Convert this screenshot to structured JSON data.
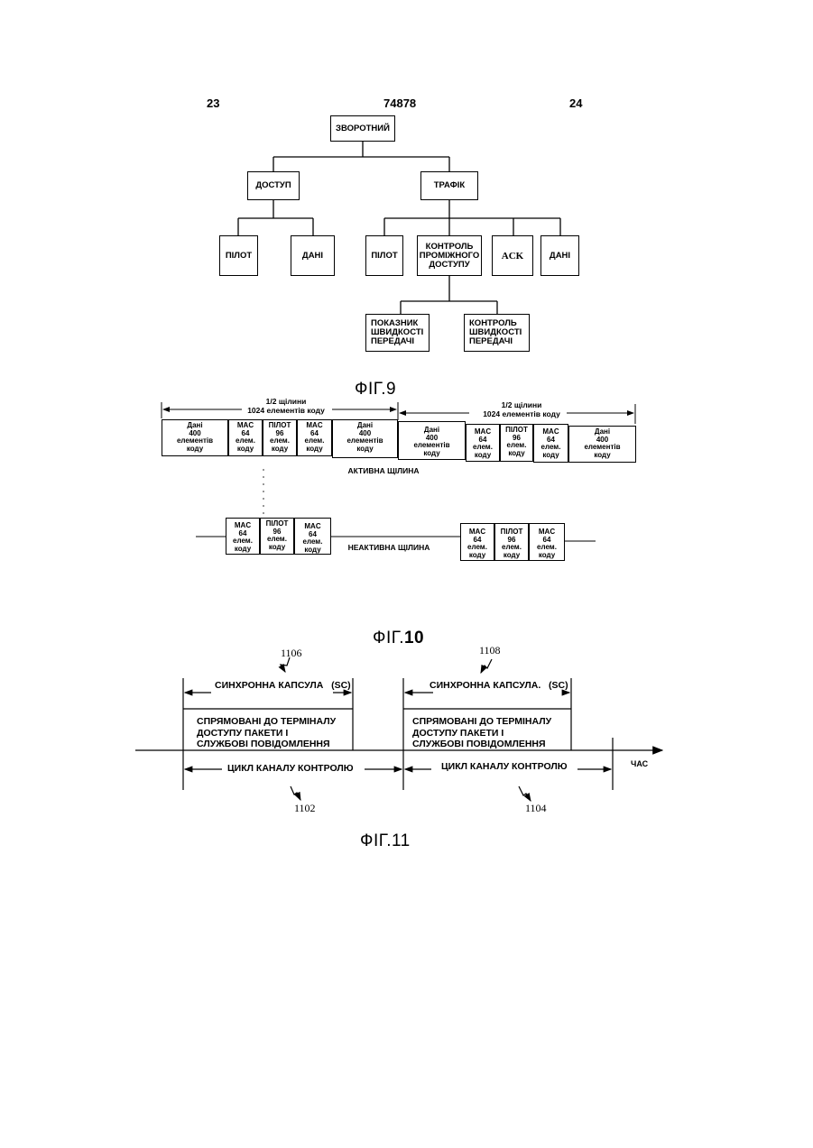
{
  "header": {
    "left_page": "23",
    "patent_number": "74878",
    "right_page": "24"
  },
  "fig9": {
    "caption": "ФІГ.9",
    "root": "ЗВОРОТНИЙ",
    "access": "ДОСТУП",
    "traffic": "ТРАФІК",
    "access_children": [
      "ПІЛОТ",
      "ДАНІ"
    ],
    "traffic_children": [
      "ПІЛОТ",
      "КОНТРОЛЬ ПРОМІЖНОГО ДОСТУПУ",
      "ACK",
      "ДАНІ"
    ],
    "mac_children": [
      "ПОКАЗНИК ШВИДКОСТІ ПЕРЕДАЧІ",
      "КОНТРОЛЬ ШВИДКОСТІ ПЕРЕДАЧІ"
    ]
  },
  "fig10": {
    "caption_prefix": "ФІГ.",
    "caption_number": "10",
    "half_slot_left": "1/2 щілини\n1024 елементів коду",
    "half_slot_right": "1/2 щілини\n1024 елементів коду",
    "active_label": "АКТИВНА ЩІЛИНА",
    "inactive_label": "НЕАКТИВНА ЩІЛИНА",
    "active_cells": [
      "Дані\n400\nелементів\nкоду",
      "MAC\n64\nелем.\nкоду",
      "ПІЛОТ\n96\nелем.\nкоду",
      "MAC\n64\nелем.\nкоду",
      "Дані\n400\nелементів\nкоду",
      "Дані\n400\nелементів\nкоду",
      "MAC\n64\nелем.\nкоду",
      "ПІЛОТ\n96\nелем.\nкоду",
      "MAC\n64\nелем.\nкоду",
      "Дані\n400\nелементів\nкоду"
    ],
    "inactive_cells_left": [
      "MAC\n64\nелем.\nкоду",
      "ПІЛОТ\n96\nелем.\nкоду",
      "MAC\n64\nелем.\nкоду"
    ],
    "inactive_cells_right": [
      "MAC\n64\nелем.\nкоду",
      "ПІЛОТ\n96\nелем.\nкоду",
      "MAC\n64\nелем.\nкоду"
    ]
  },
  "fig11": {
    "caption": "ФІГ.11",
    "ref_left_top": "1106",
    "ref_right_top": "1108",
    "ref_left_bottom": "1102",
    "ref_right_bottom": "1104",
    "sc_left": "СИНХРОННА КАПСУЛА   (SC)",
    "sc_right": "СИНХРОННА КАПСУЛА.   (SC)",
    "packets_left": "СПРЯМОВАНІ ДО ТЕРМІНАЛУ\nДОСТУПУ ПАКЕТИ І\nСЛУЖБОВІ ПОВІДОМЛЕННЯ",
    "packets_right": "СПРЯМОВАНІ ДО ТЕРМІНАЛУ\nДОСТУПУ ПАКЕТИ І\nСЛУЖБОВІ ПОВІДОМЛЕННЯ",
    "cycle_left": "ЦИКЛ КАНАЛУ КОНТРОЛЮ",
    "cycle_right": "ЦИКЛ КАНАЛУ КОНТРОЛЮ",
    "time_label": "ЧАС"
  }
}
